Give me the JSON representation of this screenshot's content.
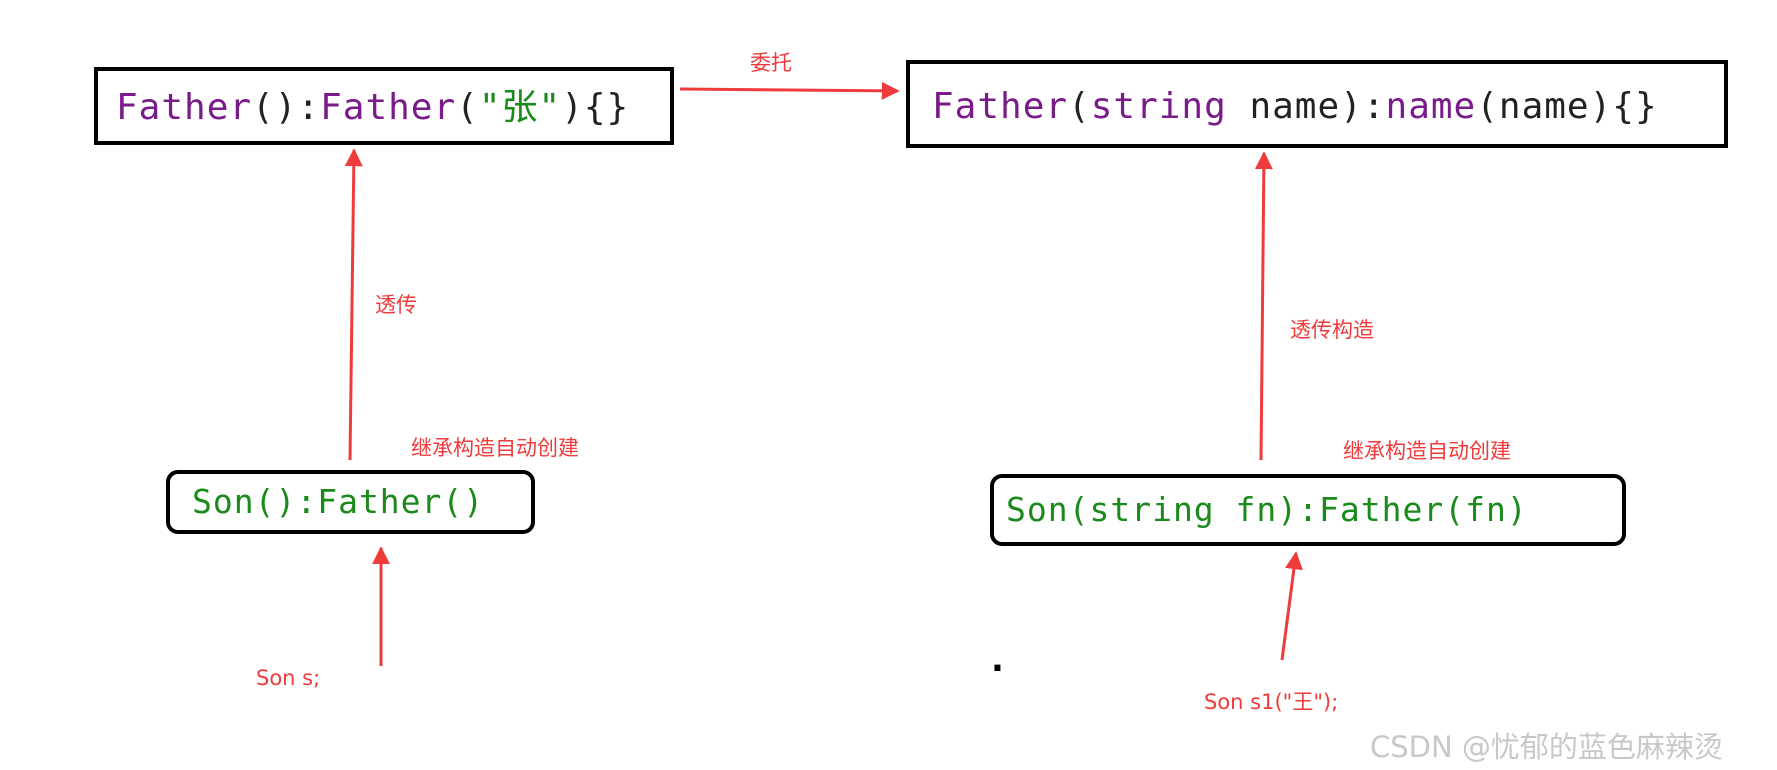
{
  "colors": {
    "arrow": "#ef3b3b",
    "keyword": "#7a1b8a",
    "string": "#1a8a1a",
    "plain": "#222222"
  },
  "boxes": {
    "father_default": {
      "ctor": "Father",
      "paren1": "()",
      "colon": ":",
      "call": "Father",
      "paren_open": "(",
      "arg": "\"张\"",
      "paren_close": ")",
      "body": "{}"
    },
    "father_named": {
      "ctor": "Father",
      "paren_open": "(",
      "type": "string",
      "param": " name)",
      "colon": ":",
      "member": "name",
      "init": "(name)",
      "body": "{}"
    },
    "son_default": {
      "text": "Son():Father()"
    },
    "son_named": {
      "text": "Son(string fn):Father(fn)"
    }
  },
  "labels": {
    "delegate": "委托",
    "passthrough_left": "透传",
    "passthrough_right": "透传构造",
    "inherit_left": "继承构造自动创建",
    "inherit_right": "继承构造自动创建",
    "son_s": "Son s;",
    "son_s1": "Son s1(\"王\");",
    "dot": "."
  },
  "watermark": "CSDN @忧郁的蓝色麻辣烫"
}
